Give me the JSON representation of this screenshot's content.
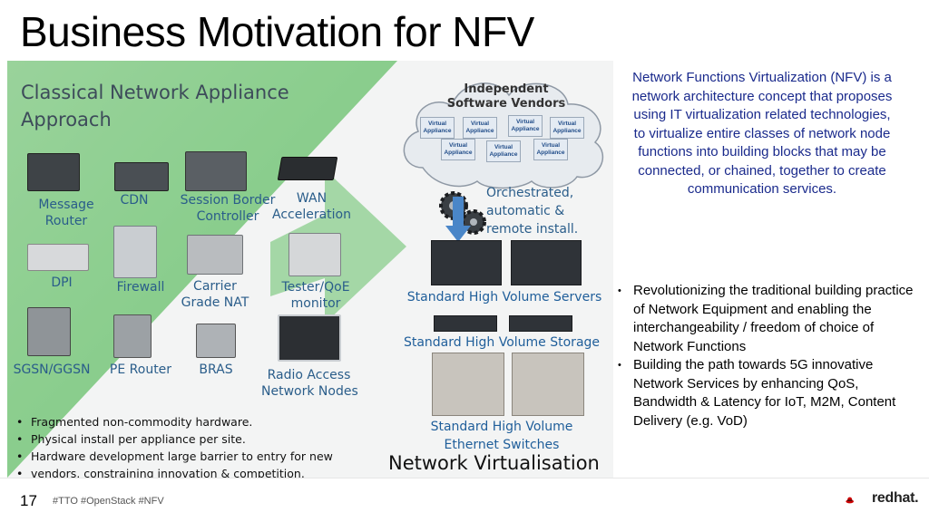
{
  "slide": {
    "title": "Business Motivation for NFV",
    "page_number": "17",
    "hashtags": "#TTO #OpenStack #NFV",
    "brand": "redhat."
  },
  "figure": {
    "left_title_line1": "Classical Network Appliance",
    "left_title_line2": "Approach",
    "devices": {
      "message_router": [
        "Message",
        "Router"
      ],
      "cdn": "CDN",
      "session_border": [
        "Session Border",
        "Controller"
      ],
      "wan": [
        "WAN",
        "Acceleration"
      ],
      "dpi": "DPI",
      "firewall": "Firewall",
      "carrier_nat": [
        "Carrier",
        "Grade NAT"
      ],
      "tester": [
        "Tester/QoE",
        "monitor"
      ],
      "sgsn": "SGSN/GGSN",
      "pe_router": "PE Router",
      "bras": "BRAS",
      "radio": [
        "Radio Access",
        "Network Nodes"
      ]
    },
    "left_bullets": [
      "Fragmented non-commodity hardware.",
      "Physical install per appliance per site.",
      "Hardware development large barrier to entry for new",
      "vendors, constraining innovation & competition."
    ],
    "cloud_title": [
      "Independent",
      "Software Vendors"
    ],
    "virtual_appliance": [
      "Virtual",
      "Appliance"
    ],
    "orchestrated": [
      "Orchestrated,",
      "automatic &",
      "remote install."
    ],
    "servers_label": "Standard High Volume Servers",
    "storage_label": "Standard High Volume Storage",
    "switches_label": [
      "Standard High Volume",
      "Ethernet Switches"
    ],
    "nv_title": "Network Virtualisation"
  },
  "right": {
    "description": "Network Functions Virtualization (NFV) is a network architecture concept that proposes using IT virtualization related technologies, to virtualize entire classes of network node functions into building blocks that may be connected, or chained, together to create communication services.",
    "bullets": [
      "Revolutionizing the traditional building practice of Network Equipment and enabling the interchangeability / freedom of choice of Network Functions",
      "Building the path towards 5G innovative Network Services by enhancing QoS, Bandwidth & Latency for IoT, M2M, Content Delivery (e.g. VoD)"
    ]
  },
  "colors": {
    "green": "#7bc87e",
    "label_blue": "#2a5d8a",
    "desc_blue": "#1a2a8c",
    "redhat_red": "#cc0000"
  }
}
